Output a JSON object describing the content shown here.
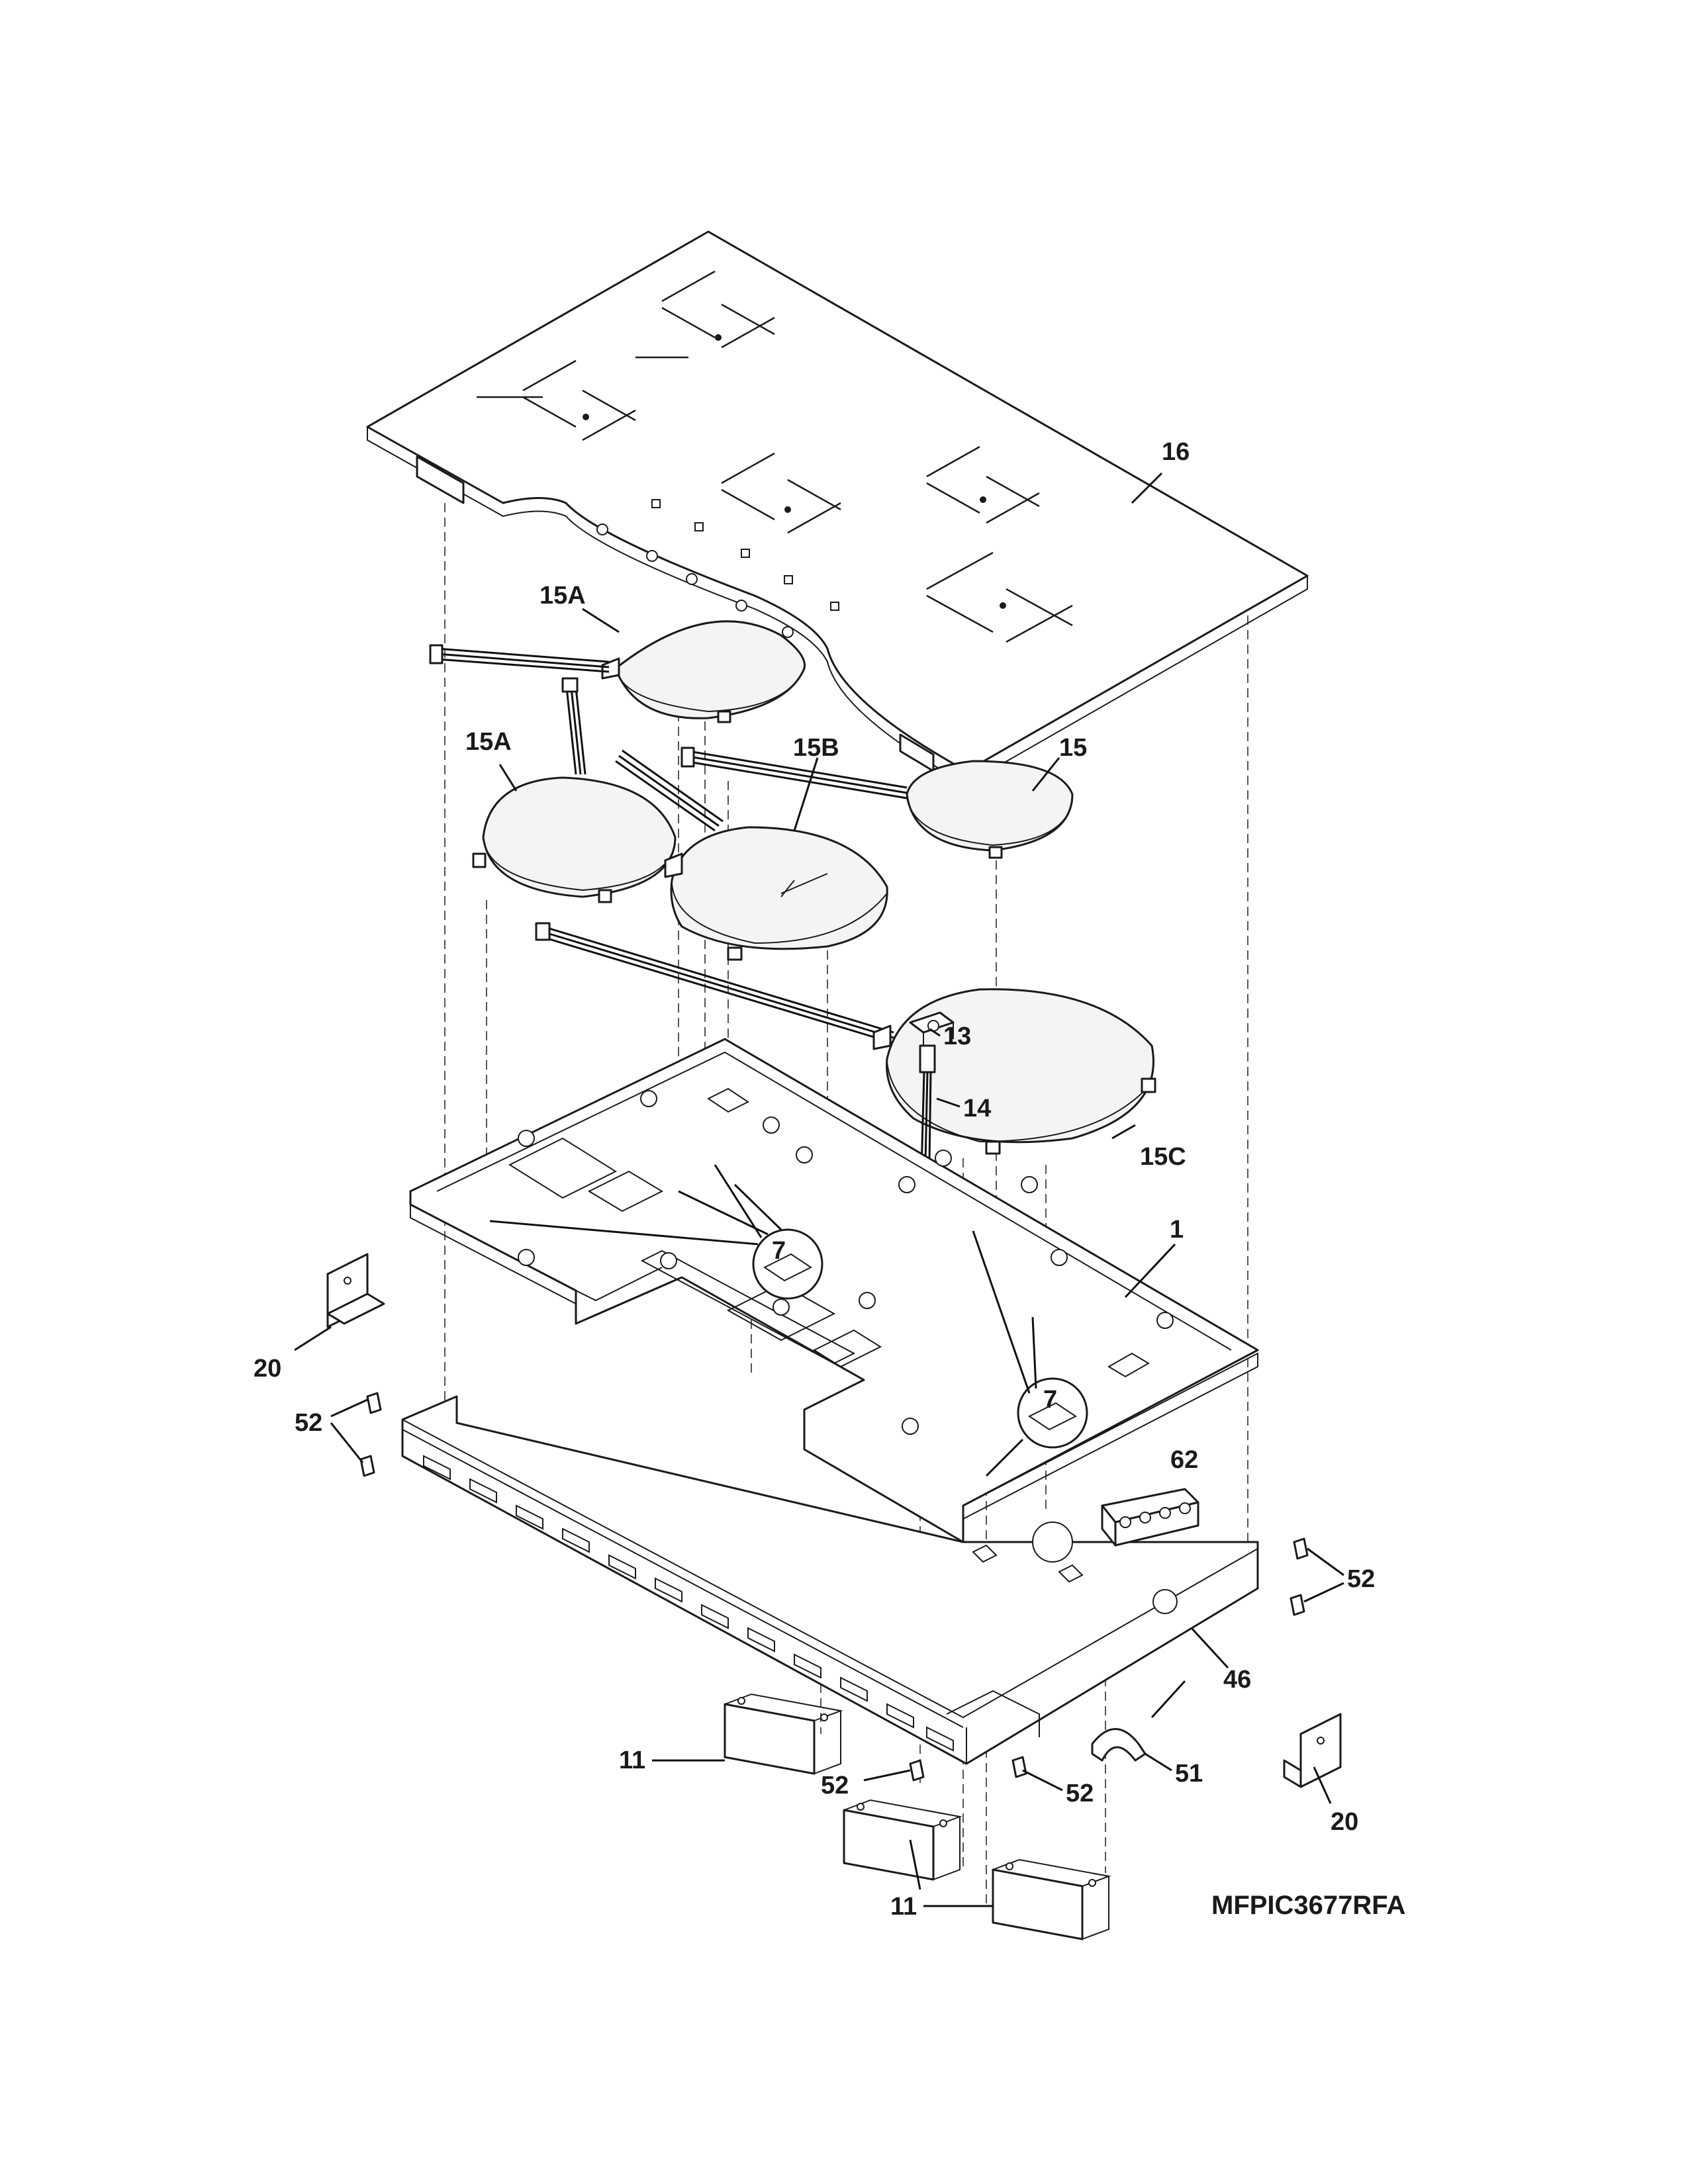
{
  "model": "MFPIC3677RFA",
  "callouts": {
    "c16": "16",
    "c15A_top": "15A",
    "c15A_left": "15A",
    "c15B": "15B",
    "c15": "15",
    "c13": "13",
    "c14": "14",
    "c15C": "15C",
    "c7_left": "7",
    "c7_right": "7",
    "c1": "1",
    "c20_left": "20",
    "c20_right": "20",
    "c52_left": "52",
    "c52_right": "52",
    "c52_bottom_left": "52",
    "c52_bottom_right": "52",
    "c62": "62",
    "c46": "46",
    "c51": "51",
    "c11_left": "11",
    "c11_bottom": "11"
  }
}
